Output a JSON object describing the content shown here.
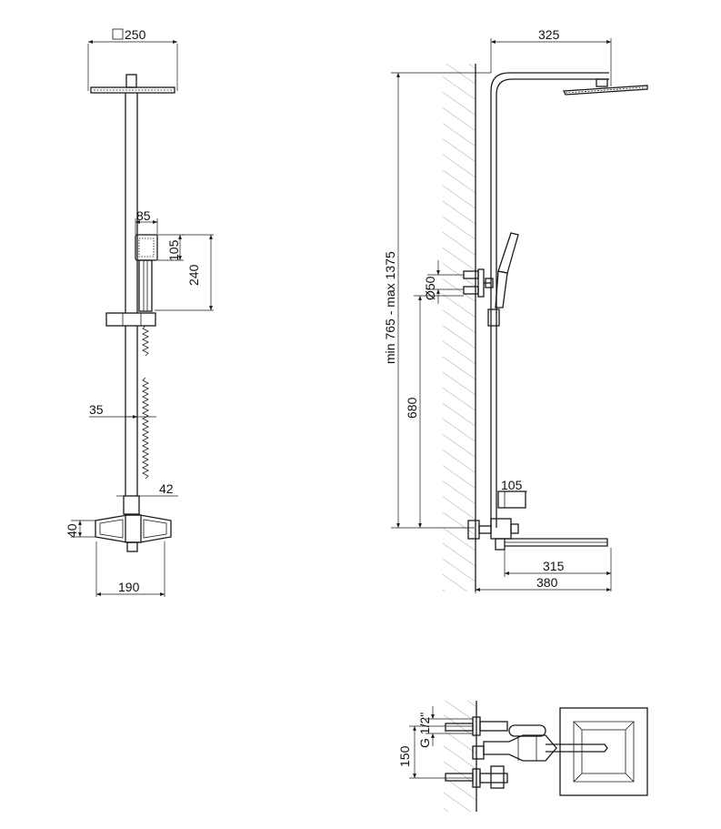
{
  "dimensions": {
    "head_size": "250",
    "head_reach": "325",
    "hand_width": "85",
    "hand_height": "105",
    "hand_holder": "240",
    "height_range": "min 765 - max 1375",
    "outlet_dia": "Ø50",
    "outlet_height": "680",
    "rail_width": "35",
    "rail_base": "42",
    "body_height": "40",
    "body_width": "190",
    "body_depth": "105",
    "spout_length": "315",
    "total_depth": "380",
    "thread": "G 1/2\"",
    "centers": "150"
  },
  "icons": {
    "square": "square-icon"
  }
}
